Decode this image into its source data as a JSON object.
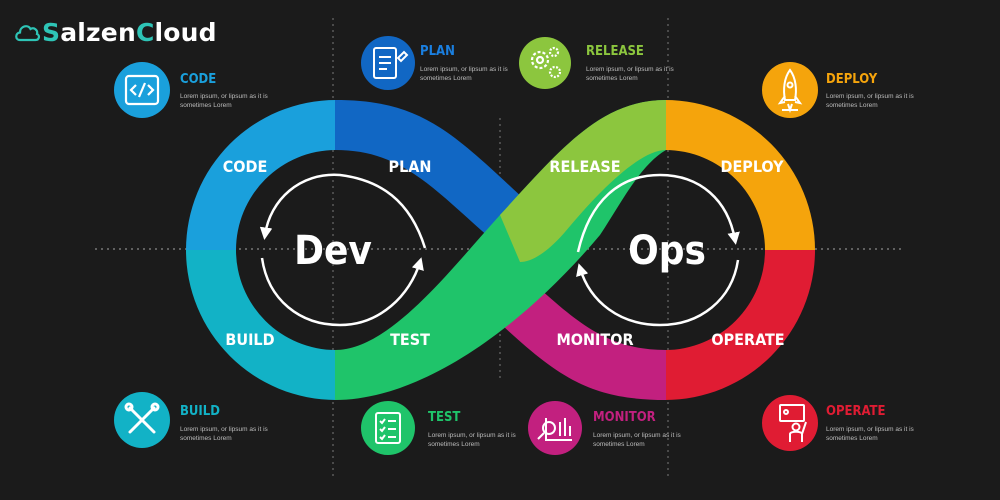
{
  "brand": {
    "prefix": "S",
    "middle": "alzen",
    "c": "C",
    "suffix": "loud",
    "color": "#2ec4b6"
  },
  "center_labels": {
    "dev": "Dev",
    "ops": "Ops"
  },
  "segments": [
    {
      "id": "code",
      "label": "CODE",
      "color": "#1aa0dc"
    },
    {
      "id": "plan",
      "label": "PLAN",
      "color": "#1167c4"
    },
    {
      "id": "build",
      "label": "BUILD",
      "color": "#12b2c6"
    },
    {
      "id": "test",
      "label": "TEST",
      "color": "#1fc46a"
    },
    {
      "id": "release",
      "label": "RELEASE",
      "color": "#8cc63e"
    },
    {
      "id": "deploy",
      "label": "DEPLOY",
      "color": "#f5a40c"
    },
    {
      "id": "monitor",
      "label": "MONITOR",
      "color": "#c2207f"
    },
    {
      "id": "operate",
      "label": "OPERATE",
      "color": "#e01c33"
    }
  ],
  "cards": {
    "code": {
      "title": "CODE",
      "desc": "Lorem ipsum, or lipsum as it is sometimes Lorem",
      "color": "#1aa0dc",
      "icon": "code-icon"
    },
    "plan": {
      "title": "PLAN",
      "desc": "Lorem ipsum, or lipsum as it is sometimes Lorem",
      "color": "#1167c4",
      "icon": "clipboard-pencil-icon"
    },
    "release": {
      "title": "RELEASE",
      "desc": "Lorem ipsum, or lipsum as it is sometimes Lorem",
      "color": "#8cc63e",
      "icon": "gears-icon"
    },
    "deploy": {
      "title": "DEPLOY",
      "desc": "Lorem ipsum, or lipsum as it is sometimes Lorem",
      "color": "#f5a40c",
      "icon": "rocket-icon"
    },
    "build": {
      "title": "BUILD",
      "desc": "Lorem ipsum, or lipsum as it is sometimes Lorem",
      "color": "#12b2c6",
      "icon": "tools-icon"
    },
    "test": {
      "title": "TEST",
      "desc": "Lorem ipsum, or lipsum as it is sometimes Lorem",
      "color": "#1fc46a",
      "icon": "checklist-icon"
    },
    "monitor": {
      "title": "MONITOR",
      "desc": "Lorem ipsum, or lipsum as it is sometimes Lorem",
      "color": "#c2207f",
      "icon": "magnifier-chart-icon"
    },
    "operate": {
      "title": "OPERATE",
      "desc": "Lorem ipsum, or lipsum as it is sometimes Lorem",
      "color": "#e01c33",
      "icon": "presenter-icon"
    }
  }
}
